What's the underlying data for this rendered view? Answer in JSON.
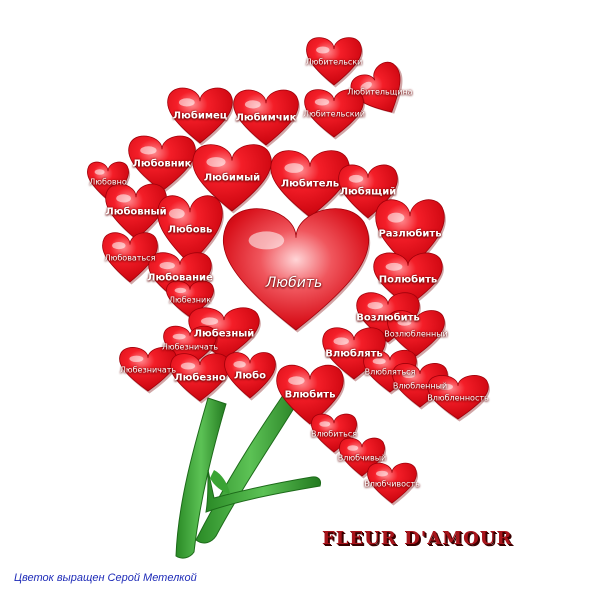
{
  "colors": {
    "heart": "#e0101c",
    "heart_dark": "#9c0008",
    "stem": "#2e9c2a",
    "label": "#ffffff"
  },
  "center_word": "Любить",
  "hearts": [
    {
      "name": "heart-lyubitelski",
      "text": "Любительски",
      "size": "s"
    },
    {
      "name": "heart-lyubitelshchina",
      "text": "Любительщина",
      "size": "s"
    },
    {
      "name": "heart-lyubitelskiy",
      "text": "Любительский",
      "size": "s"
    },
    {
      "name": "heart-lyubimets",
      "text": "Любимец",
      "size": "m"
    },
    {
      "name": "heart-lyubimchik",
      "text": "Любимчик",
      "size": "m"
    },
    {
      "name": "heart-lyubovnik",
      "text": "Любовник",
      "size": "m"
    },
    {
      "name": "heart-lyubovno",
      "text": "Любовно",
      "size": "s"
    },
    {
      "name": "heart-lyubimyy",
      "text": "Любимый",
      "size": "m"
    },
    {
      "name": "heart-lyubitel",
      "text": "Любитель",
      "size": "m"
    },
    {
      "name": "heart-lyubyashchiy",
      "text": "Любящий",
      "size": "m"
    },
    {
      "name": "heart-lyubovnyy",
      "text": "Любовный",
      "size": "m"
    },
    {
      "name": "heart-lyubov",
      "text": "Любовь",
      "size": "m"
    },
    {
      "name": "heart-razlyubit",
      "text": "Разлюбить",
      "size": "m"
    },
    {
      "name": "heart-lyubovatsya",
      "text": "Любоваться",
      "size": "s"
    },
    {
      "name": "heart-polyubit",
      "text": "Полюбить",
      "size": "m"
    },
    {
      "name": "heart-lyubovanie",
      "text": "Любование",
      "size": "m"
    },
    {
      "name": "heart-lyubeznik",
      "text": "Любезник",
      "size": "s"
    },
    {
      "name": "heart-vozlyubit",
      "text": "Возлюбить",
      "size": "m"
    },
    {
      "name": "heart-vozlyublennyy",
      "text": "Возлюбленный",
      "size": "s"
    },
    {
      "name": "heart-lyubeznyy",
      "text": "Любезный",
      "size": "m"
    },
    {
      "name": "heart-lyubeznichat",
      "text": "Любезничать",
      "size": "s"
    },
    {
      "name": "heart-vlyublyat",
      "text": "Влюблять",
      "size": "m"
    },
    {
      "name": "heart-lyubeznichat-2",
      "text": "Любезничать",
      "size": "s"
    },
    {
      "name": "heart-lyubezno",
      "text": "Любезно",
      "size": "m"
    },
    {
      "name": "heart-lyubo",
      "text": "Любо",
      "size": "m"
    },
    {
      "name": "heart-vlyublyatsya",
      "text": "Влюбляться",
      "size": "s"
    },
    {
      "name": "heart-vlyublennyy",
      "text": "Влюбленный",
      "size": "s"
    },
    {
      "name": "heart-vlyubit",
      "text": "Влюбить",
      "size": "m"
    },
    {
      "name": "heart-vlyublennost",
      "text": "Влюбленность",
      "size": "s"
    },
    {
      "name": "heart-vlyubitsya",
      "text": "Влюбиться",
      "size": "s"
    },
    {
      "name": "heart-vlyubchivyy",
      "text": "Влюбчивый",
      "size": "s"
    },
    {
      "name": "heart-vlyubchivost",
      "text": "Влюбчивость",
      "size": "s"
    }
  ],
  "title": "FLEUR D'AMOUR",
  "credit": "Цветок выращен Серой Метелкой"
}
